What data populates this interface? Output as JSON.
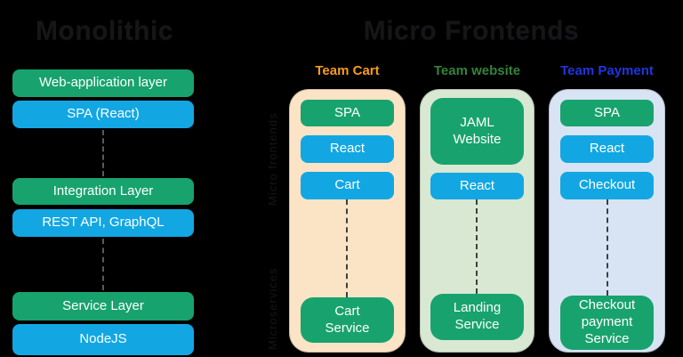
{
  "titles": {
    "monolith": "Monolithic",
    "micro": "Micro Frontends"
  },
  "colors": {
    "background": "#000000",
    "title_text": "#161616",
    "box_green": "#18A36E",
    "box_blue": "#12A7E3",
    "box_text": "#FFFFFF",
    "container_cart": "#FBE4C6",
    "container_website": "#D9E8D2",
    "container_payment": "#D8E4F3",
    "label_cart": "#F89B1D",
    "label_website": "#35823B",
    "label_payment": "#1F35E0"
  },
  "monolith": {
    "layers": [
      {
        "text": "Web-application layer",
        "color": "green"
      },
      {
        "text": "SPA (React)",
        "color": "blue"
      },
      {
        "text": "Integration Layer",
        "color": "green"
      },
      {
        "text": "REST API, GraphQL",
        "color": "blue"
      },
      {
        "text": "Service Layer",
        "color": "green"
      },
      {
        "text": "NodeJS",
        "color": "blue"
      }
    ]
  },
  "micro": {
    "row_labels": {
      "top": "Micro frontends",
      "bottom": "Microservices"
    },
    "teams": [
      {
        "label": "Team Cart",
        "boxes": [
          {
            "text": "SPA",
            "color": "green"
          },
          {
            "text": "React",
            "color": "blue"
          },
          {
            "text": "Cart",
            "color": "blue"
          }
        ],
        "service": "Cart\nService"
      },
      {
        "label": "Team website",
        "boxes": [
          {
            "text": "JAML\nWebsite",
            "color": "green"
          },
          {
            "text": "React",
            "color": "blue"
          }
        ],
        "service": "Landing\nService"
      },
      {
        "label": "Team Payment",
        "boxes": [
          {
            "text": "SPA",
            "color": "green"
          },
          {
            "text": "React",
            "color": "blue"
          },
          {
            "text": "Checkout",
            "color": "blue"
          }
        ],
        "service": "Checkout\npayment\nService"
      }
    ]
  }
}
